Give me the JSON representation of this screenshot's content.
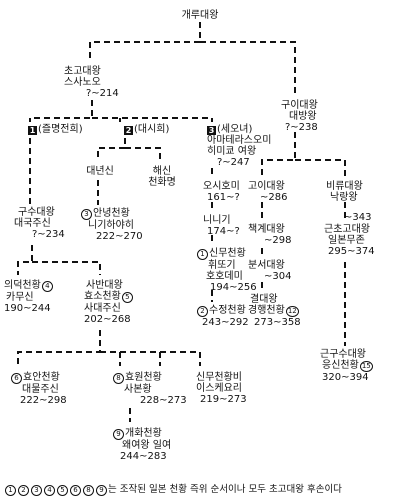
{
  "root": {
    "name": "개루대왕"
  },
  "chogo": {
    "line1": "초고대왕",
    "line2": "스사노오",
    "dates": "?~214"
  },
  "gui": {
    "line1": "구이대왕",
    "line2": "대방왕",
    "dates": "?~238"
  },
  "groups": [
    {
      "num": "1",
      "label": "(즐명전희)"
    },
    {
      "num": "2",
      "label": "(대시희)"
    },
    {
      "num": "3",
      "label": "(세오녀)",
      "sub1": "아마테라스오미",
      "sub2": "히미쿄 여왕",
      "dates": "?~247"
    }
  ],
  "gusu": {
    "line1": "구수대왕",
    "line2": "대국주신",
    "dates": "?~234"
  },
  "daenyeon": {
    "line1": "대년신"
  },
  "haesin": {
    "line1": "해신",
    "line2": "천화명"
  },
  "annyeong": {
    "num": "3",
    "line1": "안녕천황",
    "line2": "니기하야히",
    "dates": "222~270"
  },
  "oshiho": {
    "line1": "오시호미",
    "dates": "161~?"
  },
  "ninigi": {
    "line1": "니니기",
    "dates": "174~?"
  },
  "goi": {
    "line1": "고이대왕",
    "dates": "~286"
  },
  "chaekgye": {
    "line1": "책계대왕",
    "dates": "~298"
  },
  "bunseo": {
    "line1": "분서대왕",
    "dates": "~304"
  },
  "gyeol": {
    "line1": "결대왕",
    "line2": "경행천황",
    "num": "12",
    "dates": "273~358"
  },
  "biryu": {
    "line1": "비류대왕",
    "line2": "낙랑왕",
    "dates": "~343"
  },
  "geunchogo": {
    "line1": "근초고대왕",
    "line2": "일본무존",
    "dates": "295~374"
  },
  "geungusu": {
    "line1": "근구수대왕",
    "line2": "응신천황",
    "num": "15",
    "dates": "320~394"
  },
  "sinmu": {
    "num": "1",
    "line1": "신무천황",
    "line2": "휘또기",
    "line3": "호호데미",
    "dates": "194~256"
  },
  "suijeong": {
    "num": "2",
    "line1": "수정천황",
    "dates": "243~292"
  },
  "uidok": {
    "line1": "의덕천황",
    "num": "4",
    "line2": "카무신",
    "dates": "190~244"
  },
  "saban": {
    "line1": "사반대왕",
    "line2": "효소천황",
    "num": "5",
    "line3": "사대주신",
    "dates": "202~268"
  },
  "hyoan": {
    "num": "6",
    "line1": "효안천황",
    "line2": "대물주신",
    "dates": "222~298"
  },
  "hyowon": {
    "num": "8",
    "line1": "효원천황",
    "line2": "사본황",
    "dates": "228~273"
  },
  "sinmubi": {
    "line1": "신무천황비",
    "line2": "이스케요리",
    "dates": "219~273"
  },
  "gaehwa": {
    "num": "9",
    "line1": "개화천황",
    "line2": "왜여왕 일여",
    "dates": "244~283"
  },
  "footer": {
    "nums": [
      "1",
      "2",
      "3",
      "4",
      "5",
      "6",
      "8",
      "9"
    ],
    "text": "는 조작된 일본 천황 즉위 순서이나 모두 초고대왕 후손이다"
  }
}
